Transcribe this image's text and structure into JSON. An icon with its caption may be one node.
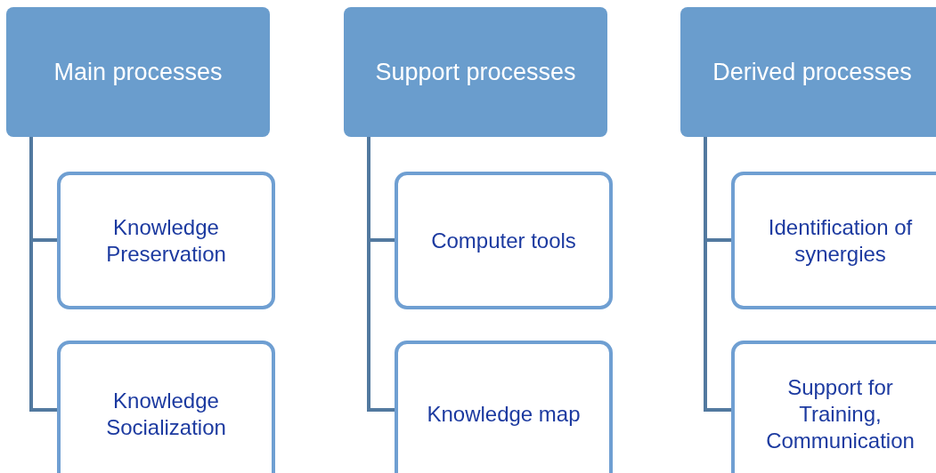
{
  "diagram": {
    "nodes": [
      {
        "text": [
          "Main processes"
        ]
      },
      {
        "text": [
          "Knowledge Preservation"
        ]
      },
      {
        "text": [
          "Knowledge Socialization"
        ]
      },
      {
        "text": [
          "Support processes"
        ]
      },
      {
        "text": [
          "Computer tools"
        ]
      },
      {
        "text": [
          "Knowledge map"
        ]
      },
      {
        "text": [
          "Derived processes"
        ]
      },
      {
        "text": [
          "Identification of synergies"
        ]
      },
      {
        "text": [
          "Support for Training, Communication"
        ]
      }
    ],
    "edges": [
      {
        "from": 0,
        "to": 1,
        "arrow": "none"
      },
      {
        "from": 0,
        "to": 2,
        "arrow": "none"
      },
      {
        "from": 3,
        "to": 4,
        "arrow": "none"
      },
      {
        "from": 3,
        "to": 5,
        "arrow": "none"
      },
      {
        "from": 6,
        "to": 7,
        "arrow": "none"
      },
      {
        "from": 6,
        "to": 8,
        "arrow": "none"
      }
    ]
  }
}
